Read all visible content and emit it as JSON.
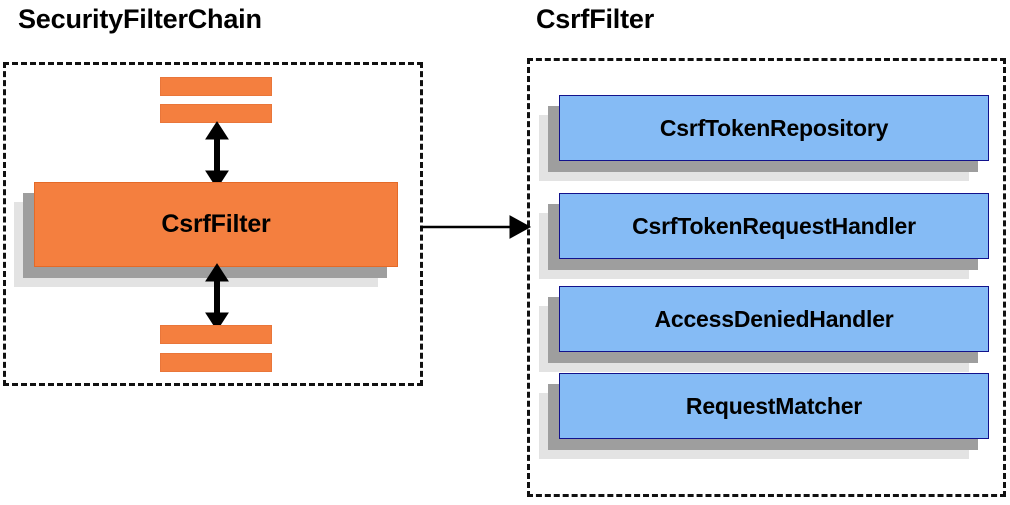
{
  "diagram": {
    "type": "architecture-block-diagram",
    "background": "#ffffff",
    "palette": {
      "orange_fill": "#f47f3f",
      "orange_border": "#e46a28",
      "blue_fill": "#85bbf5",
      "blue_border": "#12128c",
      "shadow_near": "#9e9e9e",
      "shadow_far": "#e3e3e3",
      "dashed_border": "#111111",
      "text": "#000000"
    }
  },
  "left_section": {
    "title": "SecurityFilterChain",
    "main_node": {
      "label": "CsrfFilter",
      "color": "#f47f3f"
    },
    "stubs_above": 2,
    "stubs_below": 2,
    "arrows": [
      {
        "name": "filters-above-to-csrffilter",
        "direction": "bidirectional",
        "orientation": "vertical"
      },
      {
        "name": "csrffilter-to-filters-below",
        "direction": "bidirectional",
        "orientation": "vertical"
      }
    ]
  },
  "right_section": {
    "title": "CsrfFilter",
    "nodes": [
      {
        "label": "CsrfTokenRepository",
        "color": "#85bbf5"
      },
      {
        "label": "CsrfTokenRequestHandler",
        "color": "#85bbf5"
      },
      {
        "label": "AccessDeniedHandler",
        "color": "#85bbf5"
      },
      {
        "label": "RequestMatcher",
        "color": "#85bbf5"
      }
    ]
  },
  "connector": {
    "name": "csrffilter-expansion-arrow",
    "direction": "left-to-right",
    "from": "CsrfFilter",
    "to": "CsrfFilter collaborators"
  }
}
